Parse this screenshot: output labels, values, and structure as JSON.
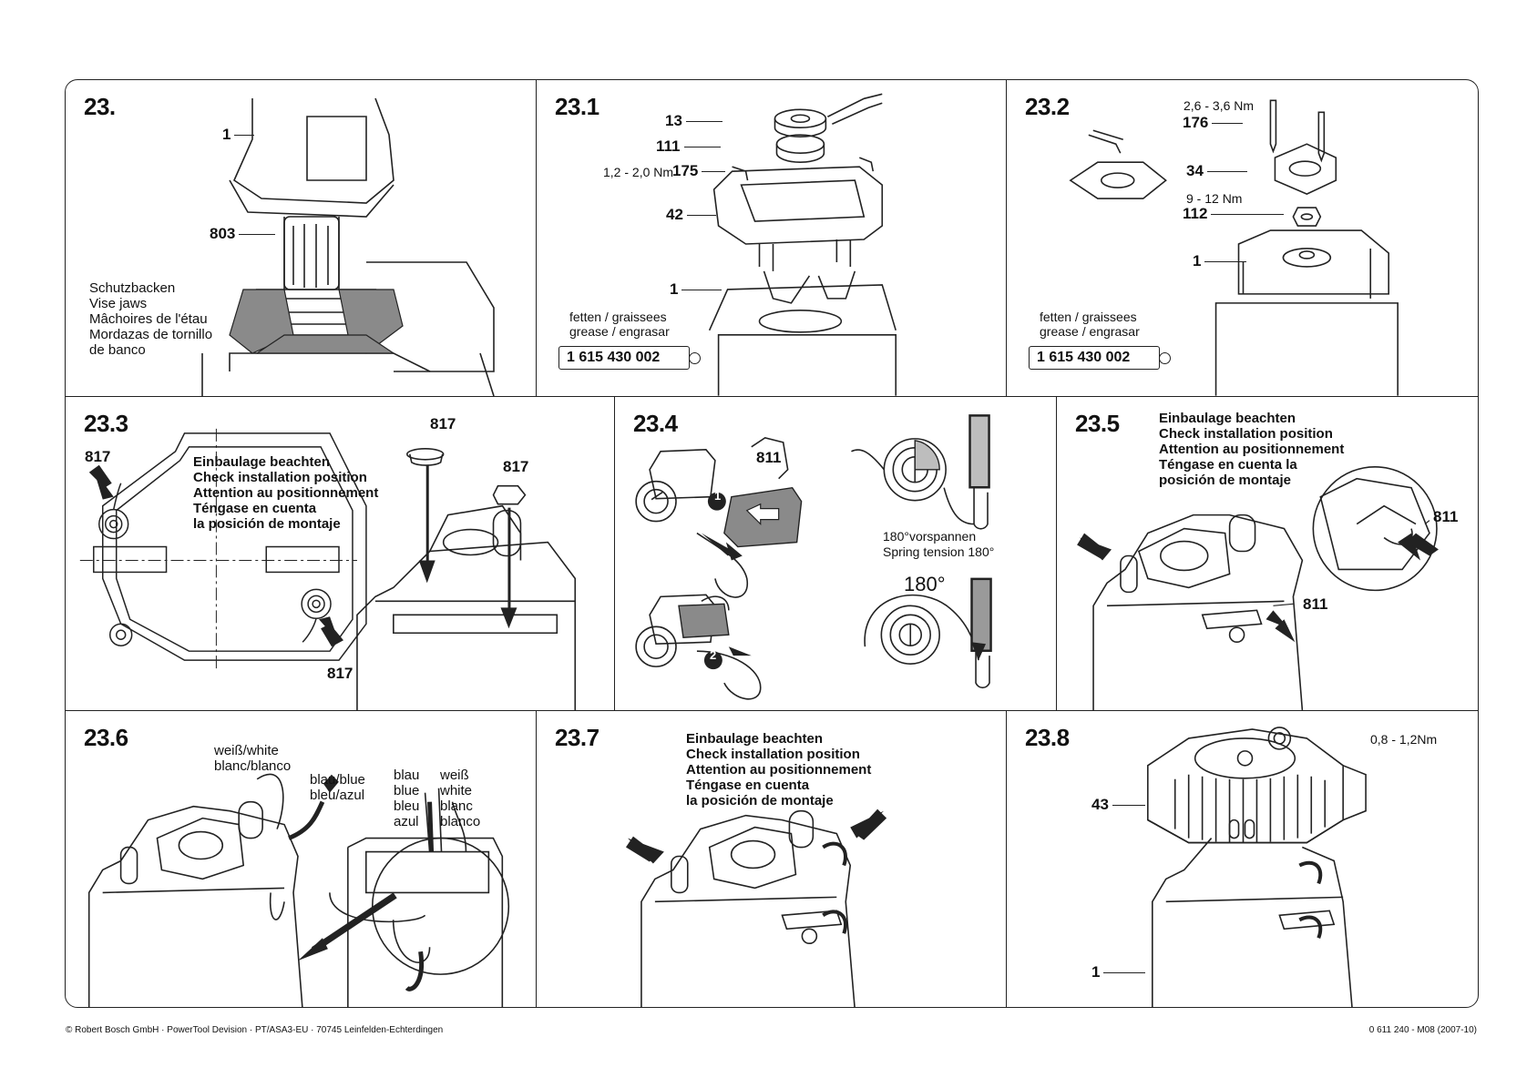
{
  "panels": {
    "p23": {
      "step": "23.",
      "labels": {
        "housing": "1",
        "armature": "803"
      },
      "vise_jaws": [
        "Schutzbacken",
        "Vise jaws",
        "Mâchoires de l'étau",
        "Mordazas de tornillo",
        "de banco"
      ]
    },
    "p23_1": {
      "step": "23.1",
      "labels": {
        "bearing": "13",
        "ring": "111",
        "screw": "175",
        "brush_holder": "42",
        "housing": "1"
      },
      "torque": "1,2 - 2,0 Nm",
      "grease_text": [
        "fetten / graissees",
        "grease / engrasar"
      ],
      "grease_part": "1 615 430 002"
    },
    "p23_2": {
      "step": "23.2",
      "labels": {
        "screw": "176",
        "bearing_plate": "34",
        "nut": "112",
        "housing": "1"
      },
      "torque_screw": "2,6 - 3,6 Nm",
      "torque_nut": "9 - 12 Nm",
      "grease_text": [
        "fetten / graissees",
        "grease / engrasar"
      ],
      "grease_part": "1 615 430 002"
    },
    "p23_3": {
      "step": "23.3",
      "labels": {
        "spring_a": "817",
        "spring_b": "817",
        "spring_c": "817",
        "spring_d": "817"
      },
      "install_note": [
        "Einbaulage beachten",
        "Check installation position",
        "Attention au positionnement",
        "Téngase en cuenta",
        "la posición de montaje"
      ]
    },
    "p23_4": {
      "step": "23.4",
      "labels": {
        "brush": "811"
      },
      "marker_1": "1",
      "marker_2": "2",
      "tension_text": [
        "180°vorspannen",
        "Spring tension 180°"
      ],
      "angle": "180°"
    },
    "p23_5": {
      "step": "23.5",
      "labels": {
        "brush_a": "811",
        "brush_b": "811"
      },
      "install_note": [
        "Einbaulage beachten",
        "Check installation position",
        "Attention au positionnement",
        "Téngase en cuenta la",
        "posición de montaje"
      ]
    },
    "p23_6": {
      "step": "23.6",
      "wire_white": [
        "weiß/white",
        "blanc/blanco"
      ],
      "wire_blue": [
        "blau/blue",
        "bleu/azul"
      ],
      "col_blue": [
        "blau",
        "blue",
        "bleu",
        "azul"
      ],
      "col_white": [
        "weiß",
        "white",
        "blanc",
        "blanco"
      ]
    },
    "p23_7": {
      "step": "23.7",
      "install_note": [
        "Einbaulage beachten",
        "Check installation position",
        "Attention au positionnement",
        "Téngase en cuenta",
        "la posición de montaje"
      ]
    },
    "p23_8": {
      "step": "23.8",
      "labels": {
        "cap": "43",
        "housing": "1"
      },
      "torque": "0,8 - 1,2Nm"
    }
  },
  "footer": {
    "left": "© Robert Bosch GmbH · PowerTool Devision · PT/ASA3-EU · 70745 Leinfelden-Echterdingen",
    "right": "0 611 240 - M08 (2007-10)"
  },
  "colors": {
    "line": "#222222",
    "gray_fill": "#8a8a8a",
    "light_gray": "#c9c9c9"
  }
}
